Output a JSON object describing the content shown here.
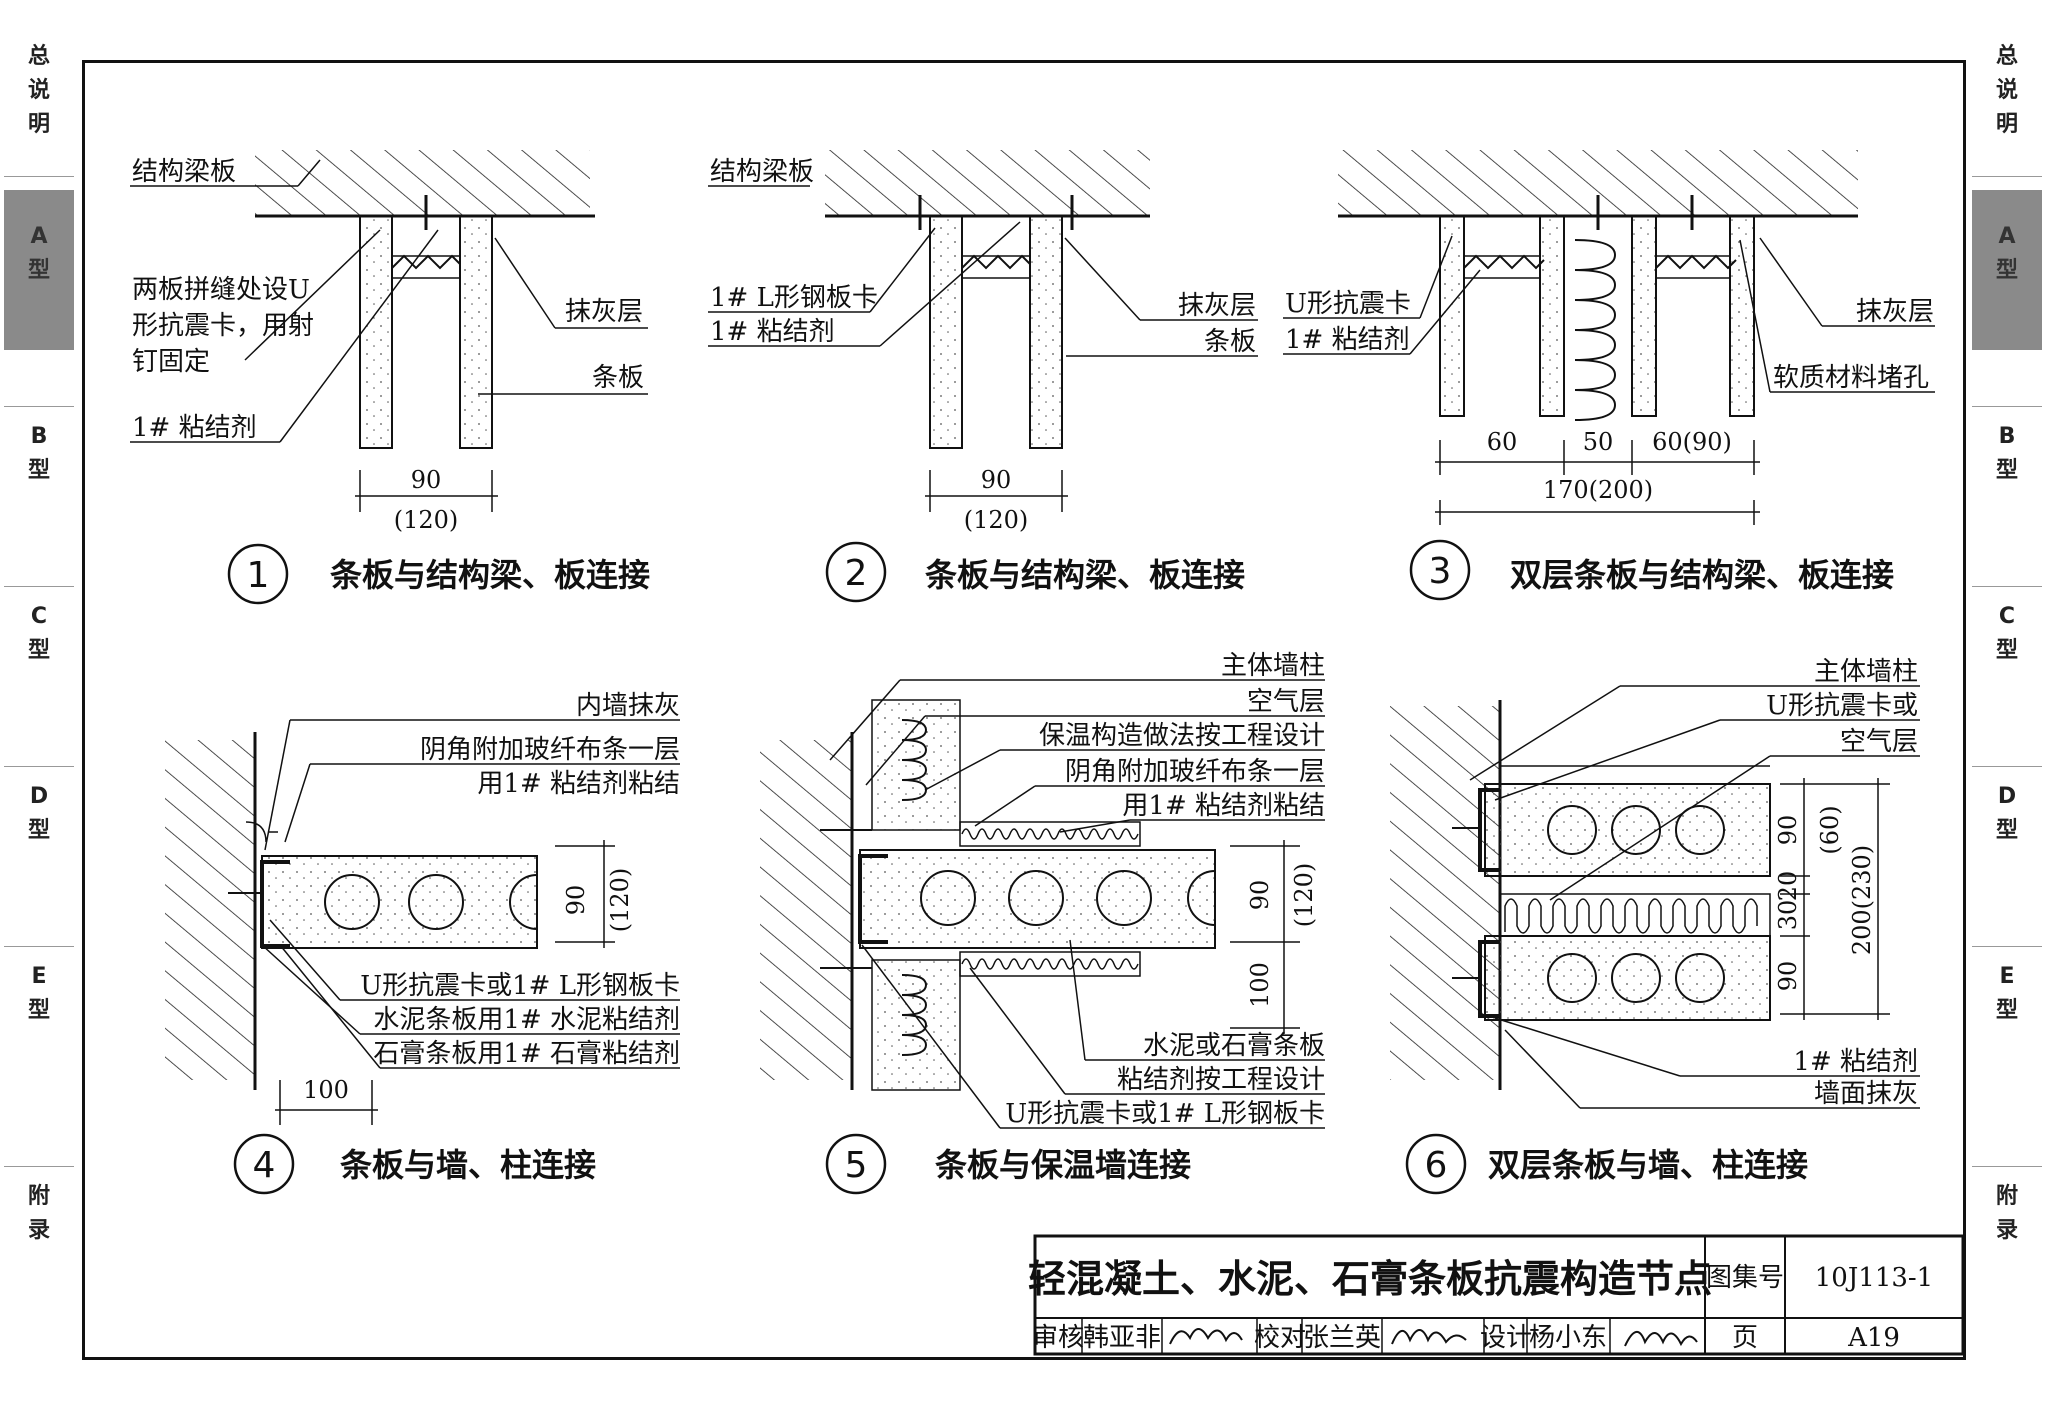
{
  "side_index": [
    {
      "id": "general",
      "label": [
        "总",
        "说",
        "明"
      ]
    },
    {
      "id": "a",
      "label": [
        "A",
        "型"
      ],
      "active": true
    },
    {
      "id": "b",
      "label": [
        "B",
        "型"
      ]
    },
    {
      "id": "c",
      "label": [
        "C",
        "型"
      ]
    },
    {
      "id": "d",
      "label": [
        "D",
        "型"
      ]
    },
    {
      "id": "e",
      "label": [
        "E",
        "型"
      ]
    },
    {
      "id": "appendix",
      "label": [
        "附",
        "录"
      ]
    }
  ],
  "details": {
    "d1": {
      "number": "1",
      "caption": "条板与结构梁、板连接",
      "labels": {
        "beam": "结构梁板",
        "note1": "两板拼缝处设U",
        "note2": "形抗震卡，用射",
        "note3": "钉固定",
        "adhesive": "1# 粘结剂",
        "plaster": "抹灰层",
        "panel": "条板"
      },
      "dims": {
        "w": "90",
        "w_alt": "(120)"
      }
    },
    "d2": {
      "number": "2",
      "caption": "条板与结构梁、板连接",
      "labels": {
        "beam": "结构梁板",
        "clip": "1# L形钢板卡",
        "adhesive": "1# 粘结剂",
        "plaster": "抹灰层",
        "panel": "条板"
      },
      "dims": {
        "w": "90",
        "w_alt": "(120)"
      }
    },
    "d3": {
      "number": "3",
      "caption": "双层条板与结构梁、板连接",
      "labels": {
        "clip": "U形抗震卡",
        "adhesive": "1# 粘结剂",
        "plaster": "抹灰层",
        "soft": "软质材料堵孔"
      },
      "dims": {
        "a": "60",
        "b": "50",
        "c": "60(90)",
        "total": "170(200)"
      }
    },
    "d4": {
      "number": "4",
      "caption": "条板与墙、柱连接",
      "labels": {
        "l1": "内墙抹灰",
        "l2": "阴角附加玻纤布条一层",
        "l3": "用1# 粘结剂粘结",
        "l4": "U形抗震卡或1# L形钢板卡",
        "l5": "水泥条板用1# 水泥粘结剂",
        "l6": "石膏条板用1# 石膏粘结剂"
      },
      "dims": {
        "w": "90",
        "w_alt": "(120)",
        "len": "100"
      }
    },
    "d5": {
      "number": "5",
      "caption": "条板与保温墙连接",
      "labels": {
        "l1": "主体墙柱",
        "l2": "空气层",
        "l3": "保温构造做法按工程设计",
        "l4": "阴角附加玻纤布条一层",
        "l5": "用1# 粘结剂粘结",
        "l6": "水泥或石膏条板",
        "l7": "粘结剂按工程设计",
        "l8": "U形抗震卡或1# L形钢板卡"
      },
      "dims": {
        "w": "90",
        "w_alt": "(120)",
        "len": "100"
      }
    },
    "d6": {
      "number": "6",
      "caption": "双层条板与墙、柱连接",
      "labels": {
        "l1": "主体墙柱",
        "l2": "U形抗震卡或",
        "l3": "空气层",
        "l4": "1# 粘结剂",
        "l5": "墙面抹灰"
      },
      "dims": {
        "a": "90",
        "a_alt": "(60)",
        "b": "30",
        "c": "20",
        "total": "200(230)",
        "d": "90"
      }
    }
  },
  "title_block": {
    "title": "轻混凝土、水泥、石膏条板抗震构造节点",
    "atlas_label": "图集号",
    "atlas_no": "10J113-1",
    "review_label": "审核",
    "reviewer": "韩亚非",
    "check_label": "校对",
    "checker": "张兰英",
    "design_label": "设计",
    "designer": "杨小东",
    "page_label": "页",
    "page_no": "A19"
  }
}
